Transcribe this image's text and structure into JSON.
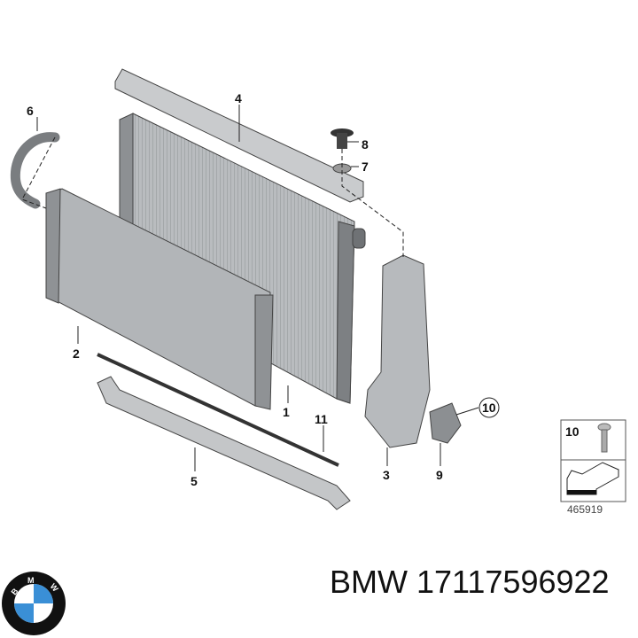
{
  "diagram": {
    "callouts": {
      "p1": "1",
      "p2": "2",
      "p3": "3",
      "p4": "4",
      "p5": "5",
      "p6": "6",
      "p7": "7",
      "p8": "8",
      "p9": "9",
      "p10": "10",
      "p11": "11"
    },
    "inset": {
      "part_number": "10"
    },
    "diagram_number": "465919"
  },
  "logo": {
    "text": "BMW",
    "colors": {
      "blue": "#3a8fd6",
      "ring": "#111111",
      "white": "#ffffff"
    }
  },
  "caption": "BMW 17117596922"
}
